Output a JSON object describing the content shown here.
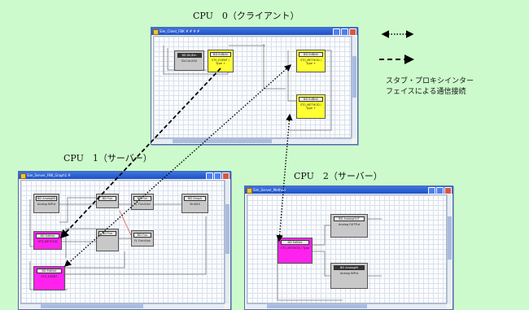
{
  "cpu_labels": {
    "cpu0": "CPU　0（クライアント）",
    "cpu1": "CPU　1（サーバー）",
    "cpu2": "CPU　2（サーバー）"
  },
  "legend": {
    "dotted_text_line1": "スタブ・プロキシインター",
    "dotted_text_line2": "フェイスによる通信接続"
  },
  "windows": {
    "client": {
      "title": "Sim_Client_FBK  # # # #",
      "components": {
        "gray_source": {
          "header": "BD   Dir/Em",
          "body": "SinCoLXXX"
        },
        "event": {
          "header": "BD   EdBrkt",
          "body": "ST0_EVENT / Type +"
        },
        "method1": {
          "header": "BD   EdBrkt",
          "body": "ST0_METHOD / Type +"
        },
        "method2": {
          "header": "BD   EdBrkt",
          "body": "ST0_METHOD / Type +"
        }
      }
    },
    "server1": {
      "title": "Sim_Server_FBK_Graph1 #",
      "components": {
        "analog_in": {
          "header": "BD   AnalogIN",
          "body": "Analog INPut"
        },
        "magenta1": {
          "header": "BD   EdBrkt",
          "body": "ST0_METHOD"
        },
        "magenta2": {
          "header": "BD   EdBrkt",
          "body": "ST0_EVENT"
        },
        "mid1": {
          "header": "BD   Fun",
          "body": ""
        },
        "mid2": {
          "header": "BD   Fun",
          "body": ""
        },
        "func1": {
          "header": "BD   Fun",
          "body": "FL Function"
        },
        "func2": {
          "header": "BD   Fun",
          "body": "FL Function"
        },
        "right": {
          "header": "BD   Graph",
          "body": "SinXXX"
        }
      }
    },
    "server2": {
      "title": "Sim_Server_Method",
      "components": {
        "analog_out": {
          "header": "BD   AnalogOUT",
          "body": "Analog OUTPut"
        },
        "analog_in": {
          "header": "BD   AnalogIN",
          "body": "Analog INPut"
        },
        "method": {
          "header": "BD   EdBrkt",
          "body": "ST0_METHOD / Type"
        }
      }
    }
  },
  "colors": {
    "background": "#ccfacc",
    "component_yellow": "#ffff33",
    "component_magenta": "#ff22ee",
    "component_gray": "#c8c8c8",
    "window_title": "#1d52c7"
  }
}
